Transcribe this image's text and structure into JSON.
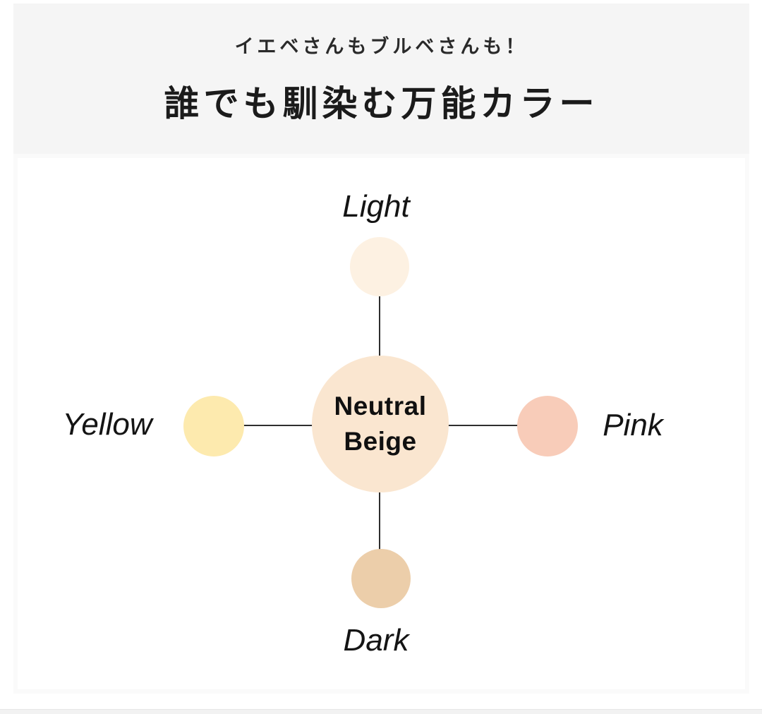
{
  "header": {
    "subtitle": "イエベさんもブルベさんも！",
    "title": "誰でも馴染む万能カラー",
    "background": "#f5f5f5"
  },
  "diagram": {
    "center": {
      "label": "Neutral\nBeige",
      "color": "#fae6d0"
    },
    "nodes": {
      "top": {
        "label": "Light",
        "color": "#fdf1e2"
      },
      "left": {
        "label": "Yellow",
        "color": "#fdeaae"
      },
      "right": {
        "label": "Pink",
        "color": "#f8ccb9"
      },
      "bottom": {
        "label": "Dark",
        "color": "#ecceaa"
      }
    },
    "connector_color": "#2e2e2e"
  }
}
